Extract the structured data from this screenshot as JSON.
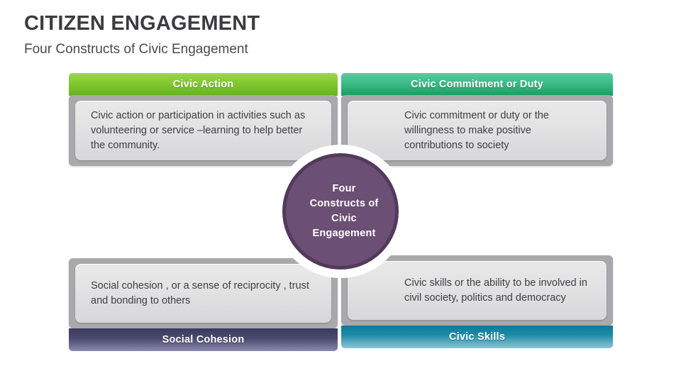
{
  "header": {
    "title": "CITIZEN ENGAGEMENT",
    "subtitle": "Four Constructs of Civic Engagement"
  },
  "center": {
    "label": "Four\nConstructs of\nCivic\nEngagement",
    "fill_color": "#6b4f74",
    "ring_color": "#533a5c"
  },
  "quadrants": [
    {
      "id": "civic-action",
      "banner_label": "Civic Action",
      "banner_position": "top",
      "banner_color": "#86cb33",
      "body": "Civic action or participation in activities such as volunteering or service –learning  to help better the community."
    },
    {
      "id": "civic-duty",
      "banner_label": "Civic Commitment or Duty",
      "banner_position": "top",
      "banner_color": "#3fbd8c",
      "body": "Civic commitment or duty or the willingness to make positive contributions to society"
    },
    {
      "id": "social-cohesion",
      "banner_label": "Social Cohesion",
      "banner_position": "bottom",
      "banner_color": "#4a4a70",
      "body": "Social cohesion , or a sense of reciprocity , trust and bonding to others"
    },
    {
      "id": "civic-skills",
      "banner_label": "Civic Skills",
      "banner_position": "bottom",
      "banner_color": "#1b8aa6",
      "body": "Civic skills or the ability to be involved in civil society, politics and democracy"
    }
  ]
}
